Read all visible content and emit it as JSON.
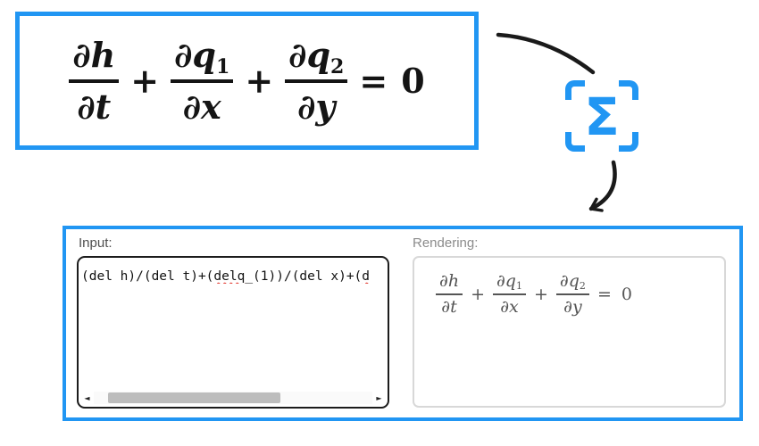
{
  "colors": {
    "accent_blue": "#2196f3",
    "equation_black": "#141414",
    "rendered_equation_gray": "#555555",
    "spellcheck_red": "#e02b20"
  },
  "equation": {
    "term1": {
      "num": "∂h",
      "den": "∂t"
    },
    "op1": "+",
    "term2": {
      "num_base": "∂q",
      "num_sub": "1",
      "den": "∂x"
    },
    "op2": "+",
    "term3": {
      "num_base": "∂q",
      "num_sub": "2",
      "den": "∂y"
    },
    "equals": "=",
    "rhs": "0"
  },
  "capture_icon": {
    "glyph": "Σ"
  },
  "panel": {
    "input": {
      "label": "Input:",
      "segments": [
        {
          "text": "(del h)/(del t)+("
        },
        {
          "text": "delq"
        },
        {
          "text": "_(1))/(del x)+("
        },
        {
          "text": "d"
        }
      ]
    },
    "rendering": {
      "label": "Rendering:"
    },
    "scrollbar": {
      "left_arrow": "◄",
      "right_arrow": "►"
    }
  }
}
